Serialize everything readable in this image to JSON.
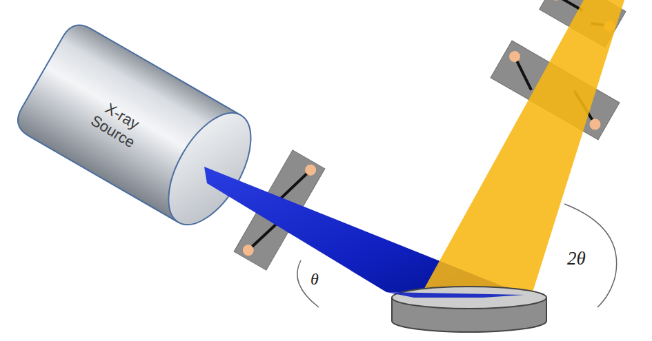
{
  "diagram": {
    "nodes": [
      {
        "text": [
          "X-ray Source"
        ]
      }
    ],
    "labels": [
      "θ",
      "2θ"
    ]
  }
}
